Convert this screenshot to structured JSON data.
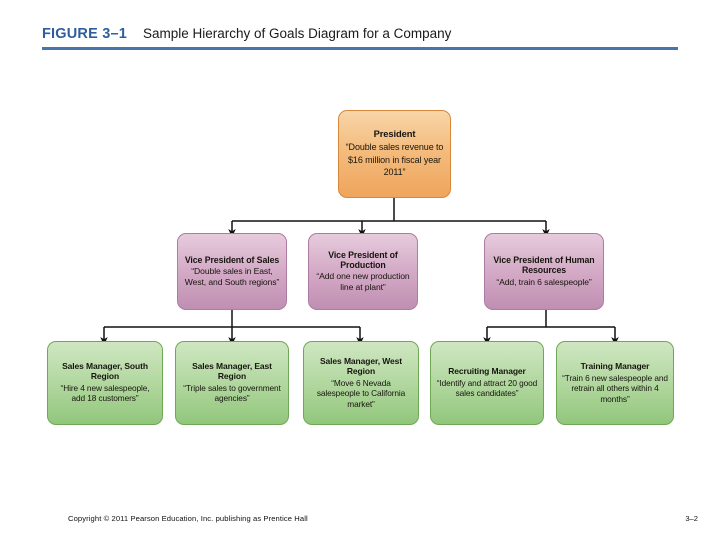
{
  "header": {
    "figure_label": "FIGURE 3–1",
    "title": "Sample Hierarchy of Goals Diagram for a Company",
    "label_color": "#2E5E9E",
    "rule_color": "#4A74AE"
  },
  "diagram": {
    "type": "hierarchy",
    "levels": [
      {
        "level": 1,
        "nodes": [
          {
            "id": "president",
            "title": "President",
            "goal": "“Double sales revenue to $16 million in fiscal year 2011”",
            "color": "#EFA55C",
            "border_color": "#D8883B"
          }
        ]
      },
      {
        "level": 2,
        "nodes": [
          {
            "id": "vp-sales",
            "title": "Vice President of Sales",
            "goal": "“Double sales in East, West, and South regions”",
            "color": "#C08FB2",
            "border_color": "#AE7BA2"
          },
          {
            "id": "vp-production",
            "title": "Vice President of Production",
            "goal": "“Add one new production line at plant”",
            "color": "#C08FB2",
            "border_color": "#AE7BA2"
          },
          {
            "id": "vp-hr",
            "title": "Vice President of Human Resources",
            "goal": "“Add, train 6 salespeople”",
            "color": "#C08FB2",
            "border_color": "#AE7BA2"
          }
        ]
      },
      {
        "level": 3,
        "nodes": [
          {
            "id": "sales-manager-south",
            "title": "Sales Manager, South Region",
            "goal": "“Hire 4 new salespeople, add 18 customers”",
            "color": "#92C67C",
            "border_color": "#6FA855",
            "parent": "vp-sales"
          },
          {
            "id": "sales-manager-east",
            "title": "Sales Manager, East Region",
            "goal": "“Triple sales to government agencies”",
            "color": "#92C67C",
            "border_color": "#6FA855",
            "parent": "vp-sales"
          },
          {
            "id": "sales-manager-west",
            "title": "Sales Manager, West Region",
            "goal": "“Move 6 Nevada salespeople to California market”",
            "color": "#92C67C",
            "border_color": "#6FA855",
            "parent": "vp-sales"
          },
          {
            "id": "recruiting-manager",
            "title": "Recruiting Manager",
            "goal": "“Identify and attract 20 good sales candidates”",
            "color": "#92C67C",
            "border_color": "#6FA855",
            "parent": "vp-hr"
          },
          {
            "id": "training-manager",
            "title": "Training Manager",
            "goal": "“Train 6 new salespeople and retrain all others within 4 months”",
            "color": "#92C67C",
            "border_color": "#6FA855",
            "parent": "vp-hr"
          }
        ]
      }
    ]
  },
  "footer": {
    "copyright": "Copyright © 2011 Pearson Education, Inc. publishing as Prentice Hall",
    "page_number": "3–2"
  }
}
